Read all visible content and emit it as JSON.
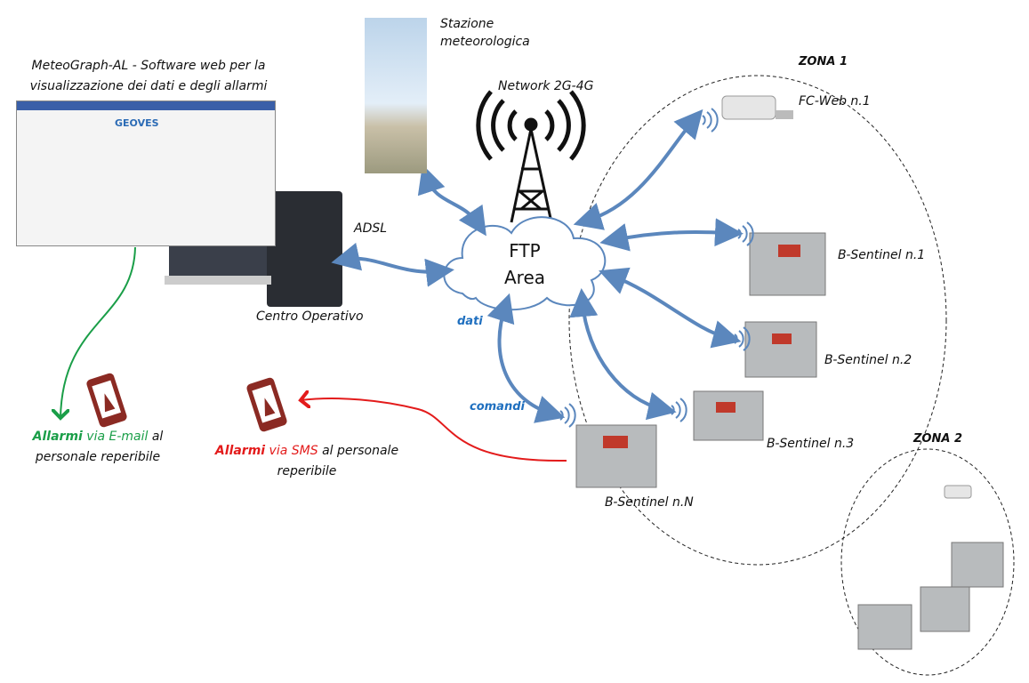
{
  "software_label": [
    "MeteoGraph-AL - Software web per la",
    "visualizzazione dei dati e degli allarmi"
  ],
  "screen_logo": "GEOVES",
  "operations_center": "Centro Operativo",
  "station_label": [
    "Stazione",
    "meteorologica"
  ],
  "network_label": "Network 2G-4G",
  "adsl_label": "ADSL",
  "ftp_label": [
    "FTP",
    "Area"
  ],
  "data_label": "dati",
  "commands_label": "comandi",
  "zone1": "ZONA 1",
  "zone2": "ZONA 2",
  "devices": [
    "FC-Web n.1",
    "B-Sentinel n.1",
    "B-Sentinel n.2",
    "B-Sentinel n.3",
    "B-Sentinel n.N"
  ],
  "email_alarm": {
    "bold": "Allarmi",
    "via": "via E-mail",
    "rest1": " al",
    "rest2": "personale reperibile"
  },
  "sms_alarm": {
    "bold": "Allarmi",
    "via": "via SMS",
    "rest1": " al personale",
    "rest2": "reperibile"
  },
  "colors": {
    "arrow": "#5b87bd",
    "email": "#1a9e48",
    "sms": "#e31b1b",
    "phone": "#8b2a23"
  }
}
